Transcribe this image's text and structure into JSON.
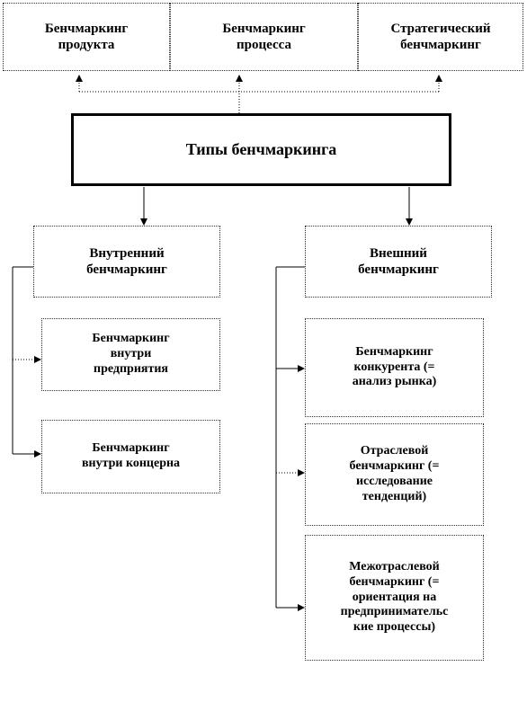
{
  "top": {
    "product": "Бенчмаркинг\nпродукта",
    "process": "Бенчмаркинг\nпроцесса",
    "strategic": "Стратегический\nбенчмаркинг"
  },
  "center": "Типы бенчмаркинга",
  "internal": {
    "title": "Внутренний\nбенчмаркинг",
    "children": [
      "Бенчмаркинг\nвнутри\nпредприятия",
      "Бенчмаркинг\nвнутри концерна"
    ]
  },
  "external": {
    "title": "Внешний\nбенчмаркинг",
    "children": [
      "Бенчмаркинг\nконкурента (=\nанализ рынка)",
      "Отраслевой\nбенчмаркинг (=\nисследование\nтенденций)",
      "Межотраслевой\nбенчмаркинг (=\nориентация на\nпредпринимательс\nкие процессы)"
    ]
  }
}
